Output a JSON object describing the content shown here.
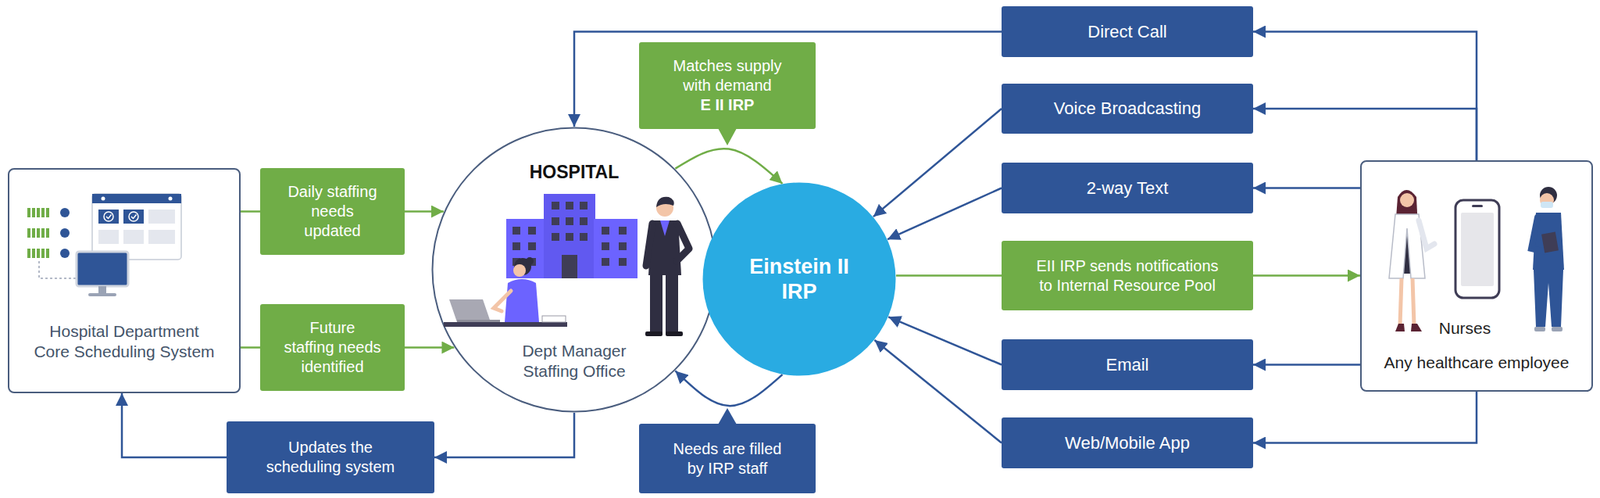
{
  "diagram": {
    "nodes": [
      {
        "text": [
          "Hospital Department Core Scheduling System"
        ]
      },
      {
        "text": [
          "Daily staffing needs updated"
        ]
      },
      {
        "text": [
          "Future staffing needs identified"
        ]
      },
      {
        "text": [
          "Updates the scheduling system"
        ]
      },
      {
        "text": [
          "HOSPITAL",
          "Dept Manager Staffing Office"
        ]
      },
      {
        "text": [
          "Matches supply with demand",
          "E II IRP"
        ]
      },
      {
        "text": [
          "Einstein II IRP"
        ]
      },
      {
        "text": [
          "Needs are filled by IRP staff"
        ]
      },
      {
        "text": [
          "Direct Call"
        ]
      },
      {
        "text": [
          "Voice Broadcasting"
        ]
      },
      {
        "text": [
          "2-way Text"
        ]
      },
      {
        "text": [
          "EII IRP sends notifications to Internal Resource Pool"
        ]
      },
      {
        "text": [
          "Email"
        ]
      },
      {
        "text": [
          "Web/Mobile App"
        ]
      },
      {
        "text": [
          "Nurses",
          "Any healthcare employee"
        ]
      }
    ],
    "edges": [
      {
        "from": 0,
        "to": 1,
        "arrow": "none"
      },
      {
        "from": 1,
        "to": 4,
        "arrow": "to"
      },
      {
        "from": 0,
        "to": 2,
        "arrow": "none"
      },
      {
        "from": 2,
        "to": 4,
        "arrow": "to"
      },
      {
        "from": 4,
        "to": 3,
        "arrow": "to"
      },
      {
        "from": 3,
        "to": 0,
        "arrow": "to"
      },
      {
        "from": 4,
        "to": 6,
        "arrow": "to"
      },
      {
        "from": 6,
        "to": 4,
        "arrow": "to"
      },
      {
        "from": 14,
        "to": 8,
        "arrow": "to"
      },
      {
        "from": 8,
        "to": 4,
        "arrow": "to"
      },
      {
        "from": 14,
        "to": 9,
        "arrow": "to"
      },
      {
        "from": 9,
        "to": 6,
        "arrow": "to"
      },
      {
        "from": 14,
        "to": 10,
        "arrow": "to"
      },
      {
        "from": 10,
        "to": 6,
        "arrow": "to"
      },
      {
        "from": 6,
        "to": 11,
        "arrow": "none"
      },
      {
        "from": 11,
        "to": 14,
        "arrow": "to"
      },
      {
        "from": 14,
        "to": 12,
        "arrow": "to"
      },
      {
        "from": 12,
        "to": 6,
        "arrow": "to"
      },
      {
        "from": 14,
        "to": 13,
        "arrow": "to"
      },
      {
        "from": 13,
        "to": 6,
        "arrow": "to"
      }
    ]
  }
}
